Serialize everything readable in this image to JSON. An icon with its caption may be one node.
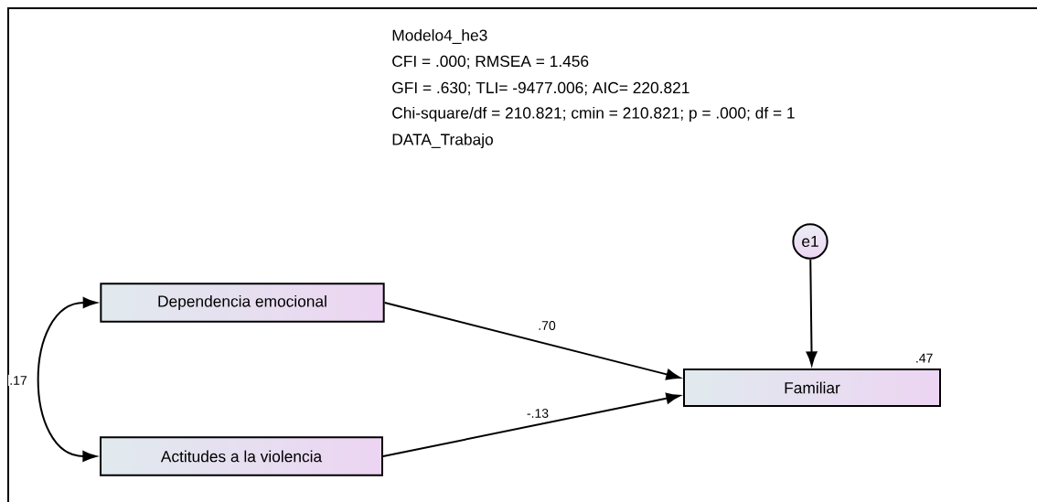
{
  "diagram": {
    "nodes": [
      {
        "text": [
          "Dependencia emocional"
        ]
      },
      {
        "text": [
          "Actitudes a la violencia"
        ]
      },
      {
        "text": [
          "Familiar"
        ],
        "beside": [
          ".47"
        ]
      },
      {
        "text": [
          "e1"
        ]
      }
    ],
    "edges": [
      {
        "from": 0,
        "to": 2,
        "arrow": "to",
        "label": ".70"
      },
      {
        "from": 1,
        "to": 2,
        "arrow": "to",
        "label": "-.13"
      },
      {
        "from": 3,
        "to": 2,
        "arrow": "to"
      },
      {
        "from": 0,
        "to": 1,
        "arrow": "both",
        "label": ".17"
      }
    ],
    "labels": [
      "Modelo4_he3",
      "CFI = .000; RMSEA = 1.456",
      "GFI = .630; TLI= -9477.006; AIC= 220.821",
      "Chi-square/df = 210.821; cmin = 210.821; p = .000; df = 1",
      "DATA_Trabajo"
    ]
  }
}
